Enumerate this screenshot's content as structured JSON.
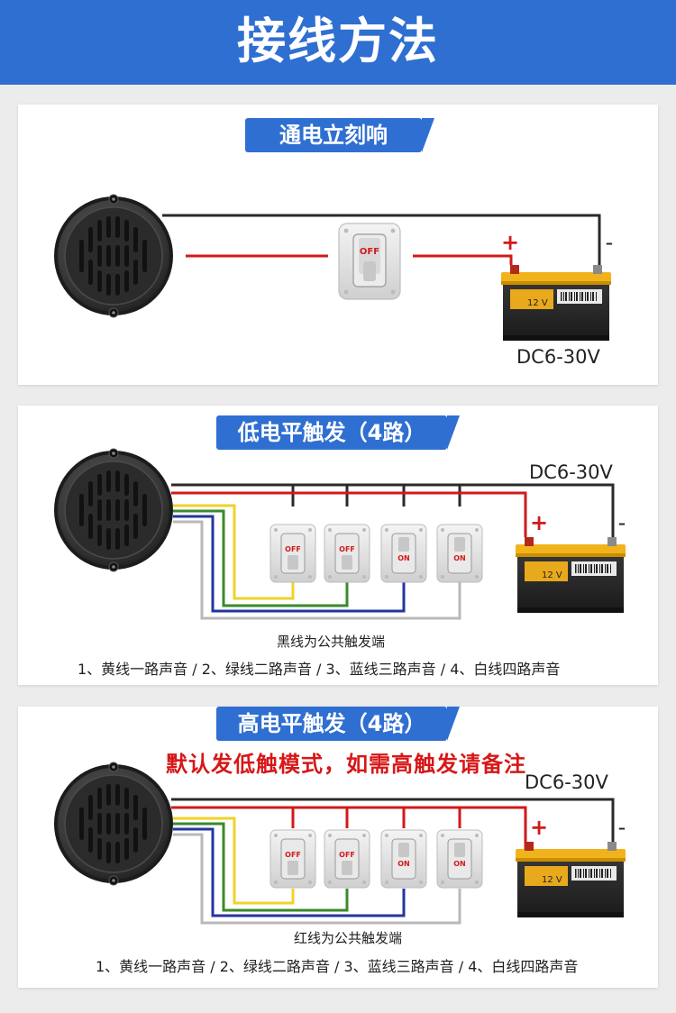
{
  "header": {
    "title": "接线方法"
  },
  "section1": {
    "title": "通电立刻响",
    "voltage": "DC6-30V",
    "switch_label": "OFF",
    "battery_label": "12 V",
    "plus": "+",
    "minus": "-"
  },
  "section2": {
    "title": "低电平触发（4路）",
    "voltage": "DC6-30V",
    "switch_labels": [
      "OFF",
      "OFF",
      "ON",
      "ON"
    ],
    "battery_label": "12 V",
    "plus": "+",
    "minus": "-",
    "note": "黑线为公共触发端",
    "legend": "1、黄线一路声音 / 2、绿线二路声音 / 3、蓝线三路声音 / 4、白线四路声音"
  },
  "section3": {
    "title": "高电平触发（4路）",
    "warning": "默认发低触模式，如需高触发请备注",
    "voltage": "DC6-30V",
    "switch_labels": [
      "OFF",
      "OFF",
      "ON",
      "ON"
    ],
    "battery_label": "12 V",
    "plus": "+",
    "minus": "-",
    "note": "红线为公共触发端",
    "legend": "1、黄线一路声音 / 2、绿线二路声音 / 3、蓝线三路声音 / 4、白线四路声音"
  },
  "colors": {
    "brand_blue": "#2f6fd1",
    "wire_red": "#d21a1a",
    "wire_black": "#2a2a2a",
    "wire_yellow": "#f0d22a",
    "wire_green": "#3a8a2a",
    "wire_blue": "#2336a0",
    "wire_white": "#b8b8b8",
    "warning_red": "#d71718"
  }
}
